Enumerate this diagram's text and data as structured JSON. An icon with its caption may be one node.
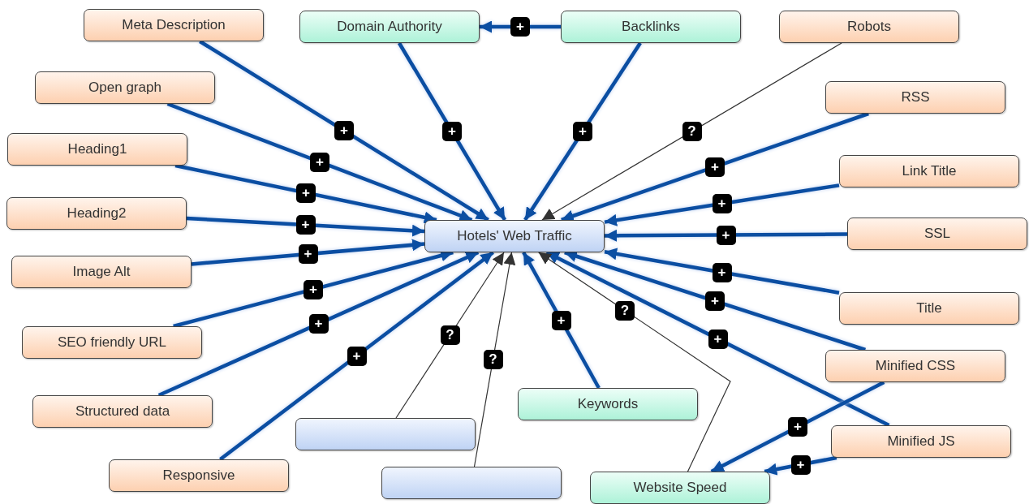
{
  "diagram": {
    "nodes": [
      {
        "text": [
          "Meta Description"
        ]
      },
      {
        "text": [
          "Domain Authority"
        ]
      },
      {
        "text": [
          "Backlinks"
        ]
      },
      {
        "text": [
          "Robots"
        ]
      },
      {
        "text": [
          "Open graph"
        ]
      },
      {
        "text": [
          "RSS"
        ]
      },
      {
        "text": [
          "Heading1"
        ]
      },
      {
        "text": [
          "Link Title"
        ]
      },
      {
        "text": [
          "Heading2"
        ]
      },
      {
        "text": [
          "Hotels' Web Traffic"
        ]
      },
      {
        "text": [
          "SSL"
        ]
      },
      {
        "text": [
          "Image Alt"
        ]
      },
      {
        "text": [
          "Title"
        ]
      },
      {
        "text": [
          "SEO friendly URL"
        ]
      },
      {
        "text": [
          "Minified CSS"
        ]
      },
      {
        "text": [
          "Structured data"
        ]
      },
      {
        "text": [
          "Keywords"
        ]
      },
      {
        "text": [],
        "shape": "box"
      },
      {
        "text": [
          "Minified JS"
        ]
      },
      {
        "text": [
          "Responsive"
        ]
      },
      {
        "text": [],
        "shape": "box"
      },
      {
        "text": [
          "Website Speed"
        ]
      }
    ],
    "edges": [
      {
        "from": 0,
        "to": 9,
        "arrow": "to",
        "label": "+"
      },
      {
        "from": 2,
        "to": 1,
        "arrow": "to",
        "label": "+"
      },
      {
        "from": 1,
        "to": 9,
        "arrow": "to",
        "label": "+"
      },
      {
        "from": 2,
        "to": 9,
        "arrow": "to",
        "label": "+"
      },
      {
        "from": 3,
        "to": 9,
        "arrow": "to",
        "label": "?",
        "color": "#333333"
      },
      {
        "from": 4,
        "to": 9,
        "arrow": "to",
        "label": "+"
      },
      {
        "from": 5,
        "to": 9,
        "arrow": "to",
        "label": "+"
      },
      {
        "from": 6,
        "to": 9,
        "arrow": "to",
        "label": "+"
      },
      {
        "from": 7,
        "to": 9,
        "arrow": "to",
        "label": "+"
      },
      {
        "from": 8,
        "to": 9,
        "arrow": "to",
        "label": "+"
      },
      {
        "from": 10,
        "to": 9,
        "arrow": "to",
        "label": "+"
      },
      {
        "from": 11,
        "to": 9,
        "arrow": "to",
        "label": "+"
      },
      {
        "from": 12,
        "to": 9,
        "arrow": "to",
        "label": "+"
      },
      {
        "from": 13,
        "to": 9,
        "arrow": "to",
        "label": "+"
      },
      {
        "from": 14,
        "to": 9,
        "arrow": "to",
        "label": "+"
      },
      {
        "from": 15,
        "to": 9,
        "arrow": "to",
        "label": "+"
      },
      {
        "from": 16,
        "to": 9,
        "arrow": "to",
        "label": "+"
      },
      {
        "from": 17,
        "to": 9,
        "arrow": "to",
        "label": "?",
        "color": "#333333"
      },
      {
        "from": 18,
        "to": 9,
        "arrow": "to",
        "label": "+"
      },
      {
        "from": 19,
        "to": 9,
        "arrow": "to",
        "label": "+"
      },
      {
        "from": 20,
        "to": 9,
        "arrow": "to",
        "label": "?",
        "color": "#333333"
      },
      {
        "from": 21,
        "to": 9,
        "arrow": "to",
        "label": "?",
        "color": "#333333"
      },
      {
        "from": 14,
        "to": 21,
        "arrow": "to",
        "label": "+"
      },
      {
        "from": 18,
        "to": 21,
        "arrow": "to",
        "label": "+"
      }
    ]
  }
}
